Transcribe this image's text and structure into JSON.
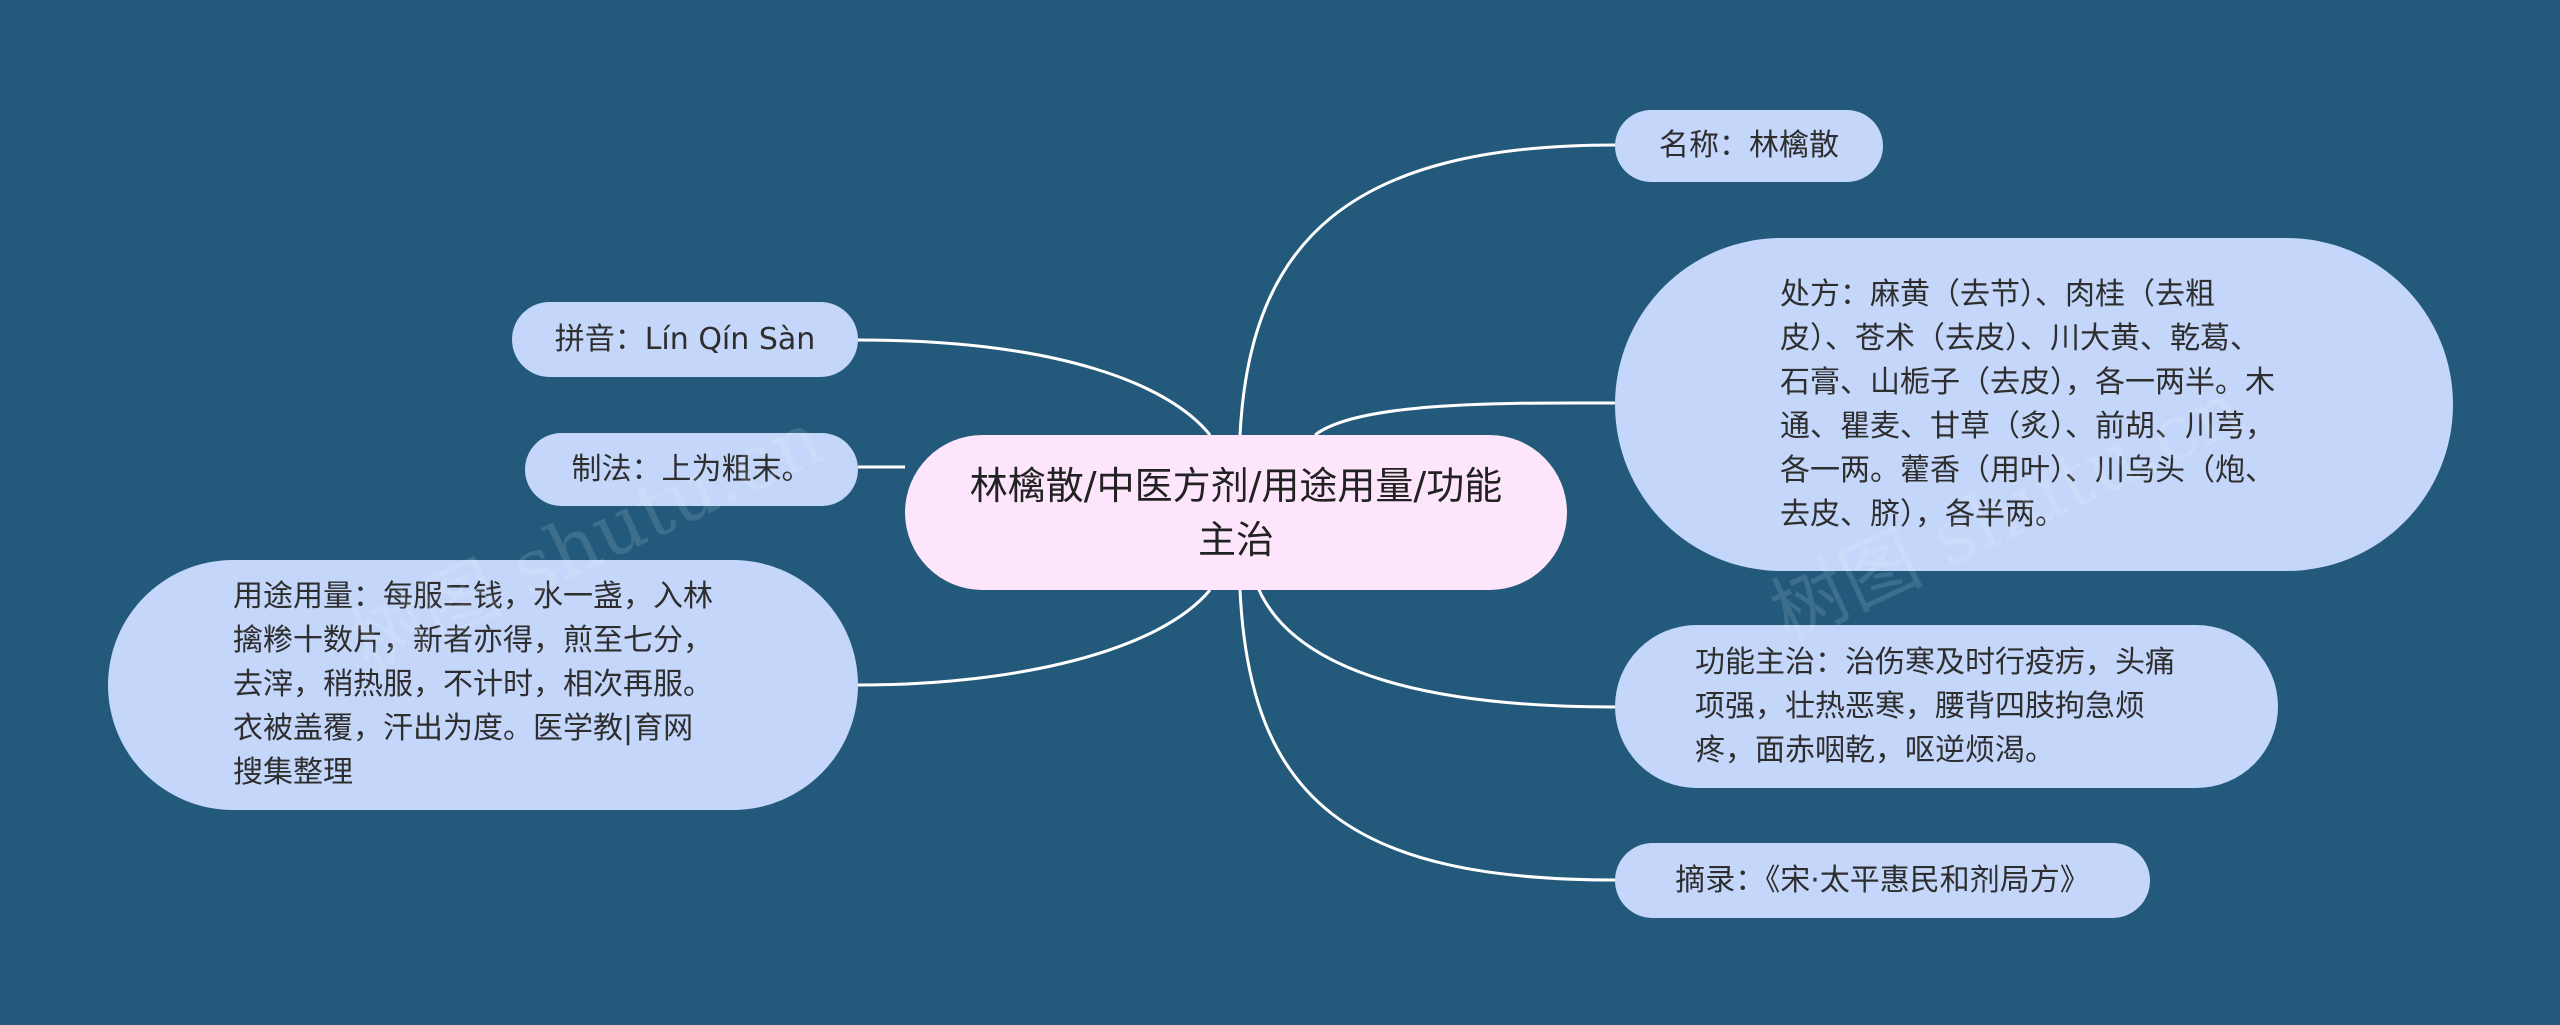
{
  "center": {
    "title": "林檎散/中医方剂/用途用量/功能主治"
  },
  "right": {
    "name": "名称：林檎散",
    "formula": "处方：麻黄（去节）、肉桂（去粗皮）、苍术（去皮）、川大黄、乾葛、石膏、山栀子（去皮），各一两半。木通、瞿麦、甘草（炙）、前胡、川芎，各一两。藿香（用叶）、川乌头（炮、去皮、脐），各半两。",
    "function": "功能主治：治伤寒及时行疫疠，头痛项强，壮热恶寒，腰背四肢拘急烦疼，面赤咽乾，呕逆烦渴。",
    "source": "摘录：《宋·太平惠民和剂局方》"
  },
  "left": {
    "pinyin": "拼音：Lín Qín Sàn",
    "method": "制法：上为粗末。",
    "usage": "用途用量：每服二钱，水一盏，入林擒糁十数片，新者亦得，煎至七分，去滓，稍热服，不计时，相次再服。衣被盖覆，汗出为度。医学教|育网搜集整理"
  },
  "watermark": "树图 shutu.cn",
  "colors": {
    "background": "#235a7c",
    "node": "#c4d6fa",
    "center": "#fde6fb",
    "line": "#ffffff"
  }
}
